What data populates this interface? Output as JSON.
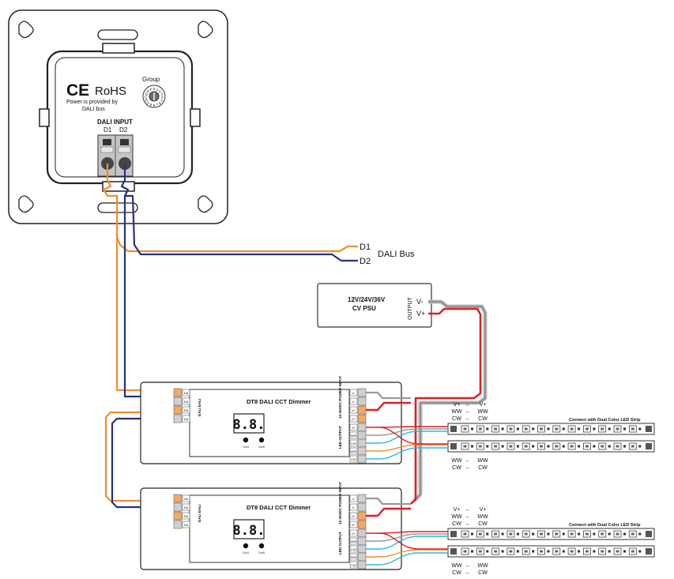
{
  "panel": {
    "ce_mark": "CE",
    "rohs": "RoHS",
    "power_note_1": "Power is provided by",
    "power_note_2": "DALI bus",
    "group_label": "Group",
    "dial_digits": [
      "0",
      "1",
      "2",
      "3",
      "4",
      "5",
      "6",
      "7",
      "8",
      "9",
      "A",
      "B",
      "C",
      "D",
      "E",
      "F"
    ],
    "dali_input_label": "DALI INPUT",
    "terminal_1": "D1",
    "terminal_2": "D2"
  },
  "bus": {
    "d1": "D1",
    "d2": "D2",
    "label": "DALI Bus"
  },
  "psu": {
    "line1": "12V/24V/36V",
    "line2": "CV PSU",
    "output_label": "OUTPUT",
    "v_minus": "V-",
    "v_plus": "V+"
  },
  "dimmers": [
    {
      "title": "DT8 DALI CCT Dimmer",
      "display": "8.8.",
      "dali_label": "DALI DALI",
      "power_input_label": "12-36VDC POWER INPUT",
      "led_output_label": "LED OUTPUT",
      "input_pins": [
        "DA",
        "DA",
        "DA",
        "DA"
      ],
      "power_pins": [
        "V-",
        "V-",
        "V+",
        "V+"
      ],
      "output_pins": [
        "V+",
        "WW",
        "CW",
        "WW",
        "CW"
      ],
      "btn_1": "On/4",
      "btn_2": "On/5"
    },
    {
      "title": "DT8 DALI CCT Dimmer",
      "display": "8.8.",
      "dali_label": "DALI DALI",
      "power_input_label": "12-36VDC POWER INPUT",
      "led_output_label": "LED OUTPUT",
      "input_pins": [
        "DA",
        "DA",
        "DA",
        "DA"
      ],
      "power_pins": [
        "V-",
        "V-",
        "V+",
        "V+"
      ],
      "output_pins": [
        "V+",
        "WW",
        "CW",
        "WW",
        "CW"
      ],
      "btn_1": "On/4",
      "btn_2": "On/5"
    }
  ],
  "strips": [
    {
      "title": "Connect with Dual Color LED Strip",
      "top_rows": [
        [
          "V+",
          "→",
          "V+"
        ],
        [
          "WW",
          "→",
          "WW"
        ],
        [
          "CW",
          "→",
          "CW"
        ]
      ],
      "bottom_rows": [
        [
          "WW",
          "→",
          "WW"
        ],
        [
          "CW",
          "→",
          "CW"
        ]
      ]
    },
    {
      "title": "Connect with Dual Color LED Strip",
      "top_rows": [
        [
          "V+",
          "→",
          "V+"
        ],
        [
          "WW",
          "→",
          "WW"
        ],
        [
          "CW",
          "→",
          "CW"
        ]
      ],
      "bottom_rows": [
        [
          "WW",
          "→",
          "WW"
        ],
        [
          "CW",
          "→",
          "CW"
        ]
      ]
    }
  ],
  "colors": {
    "d1_wire": "#f0902a",
    "d2_wire": "#2a2f86",
    "red_wire": "#e01e24",
    "gray_wire": "#9a9a9a",
    "cyan_wire": "#2fb8e6",
    "terminal_orange": "#f3a866",
    "terminal_gray": "#cfcfcf"
  }
}
